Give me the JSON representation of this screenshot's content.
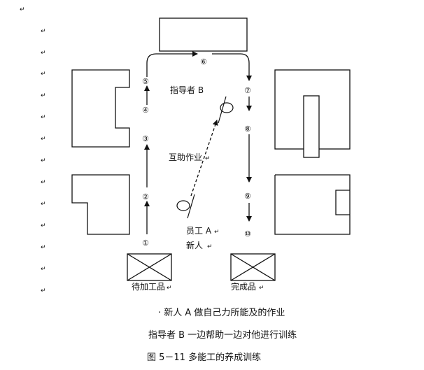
{
  "return_mark": "↵",
  "labels": {
    "guide": "指导者 B",
    "cooperate": "互助作业",
    "worker_a": "员工 A",
    "newcomer": "新人",
    "waiting": "待加工品",
    "finished": "完成品"
  },
  "stations": [
    "①",
    "②",
    "③",
    "④",
    "⑤",
    "⑥",
    "⑦",
    "⑧",
    "⑨",
    "⑩"
  ],
  "captions": {
    "line1": "· 新人 A 做自己力所能及的作业",
    "line2": "指导者 B 一边帮助一边对他进行训练",
    "line3": "图 5－11   多能工的养成训练"
  }
}
